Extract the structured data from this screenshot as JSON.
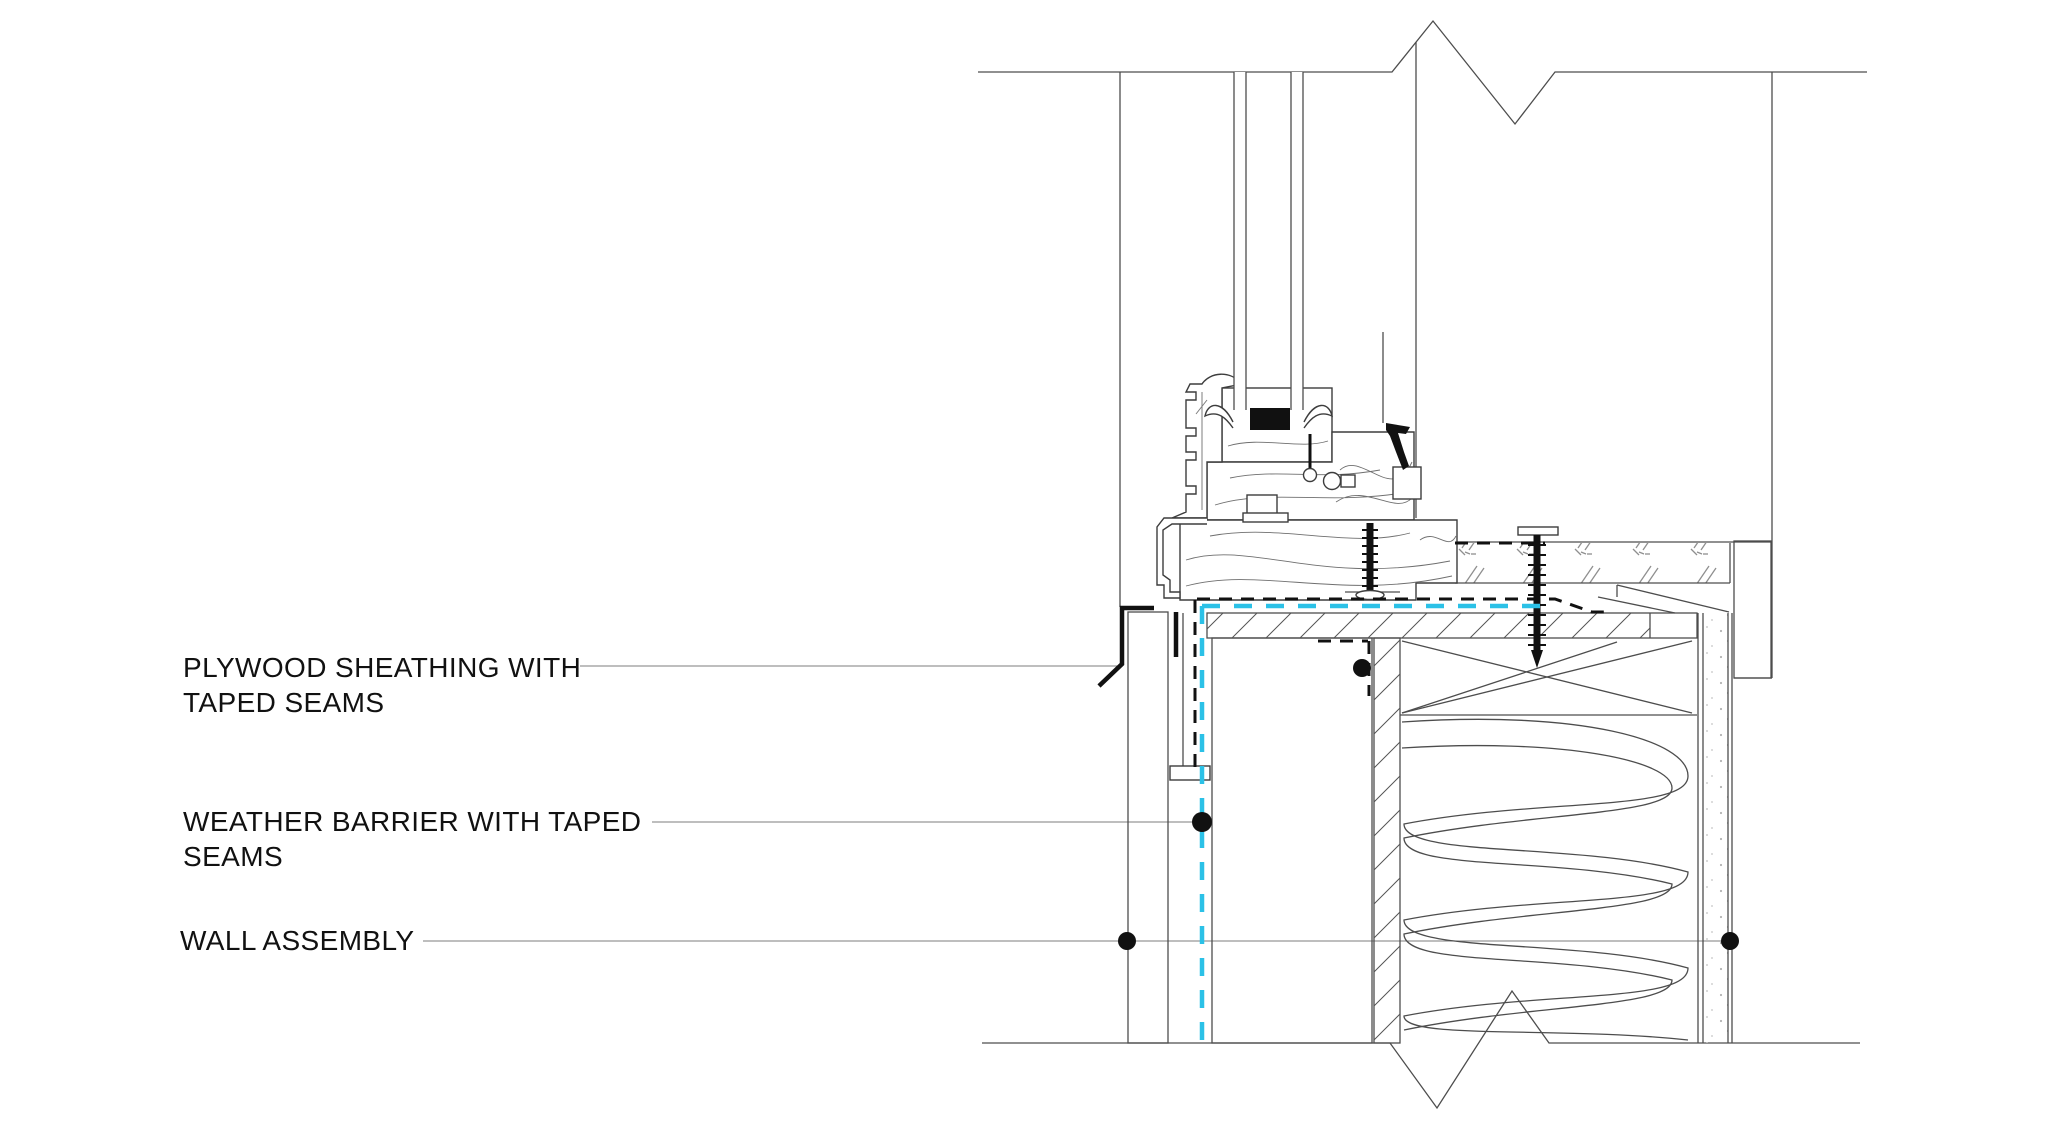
{
  "drawing": {
    "title": "window sill construction detail (section)",
    "type": "architectural-detail"
  },
  "labels": {
    "plywood": {
      "line1": "PLYWOOD SHEATHING WITH",
      "line2": "TAPED SEAMS"
    },
    "weather": {
      "line1": "WEATHER BARRIER WITH TAPED",
      "line2": "SEAMS"
    },
    "wall": {
      "line1": "WALL ASSEMBLY"
    }
  },
  "colors": {
    "line": "#4d4d4d",
    "ink": "#111111",
    "cyan": "#2bc1e7",
    "plywood_fill": "#e2e2e2",
    "gypsum_fill": "#efefef",
    "hatch": "#8a8a8a"
  }
}
